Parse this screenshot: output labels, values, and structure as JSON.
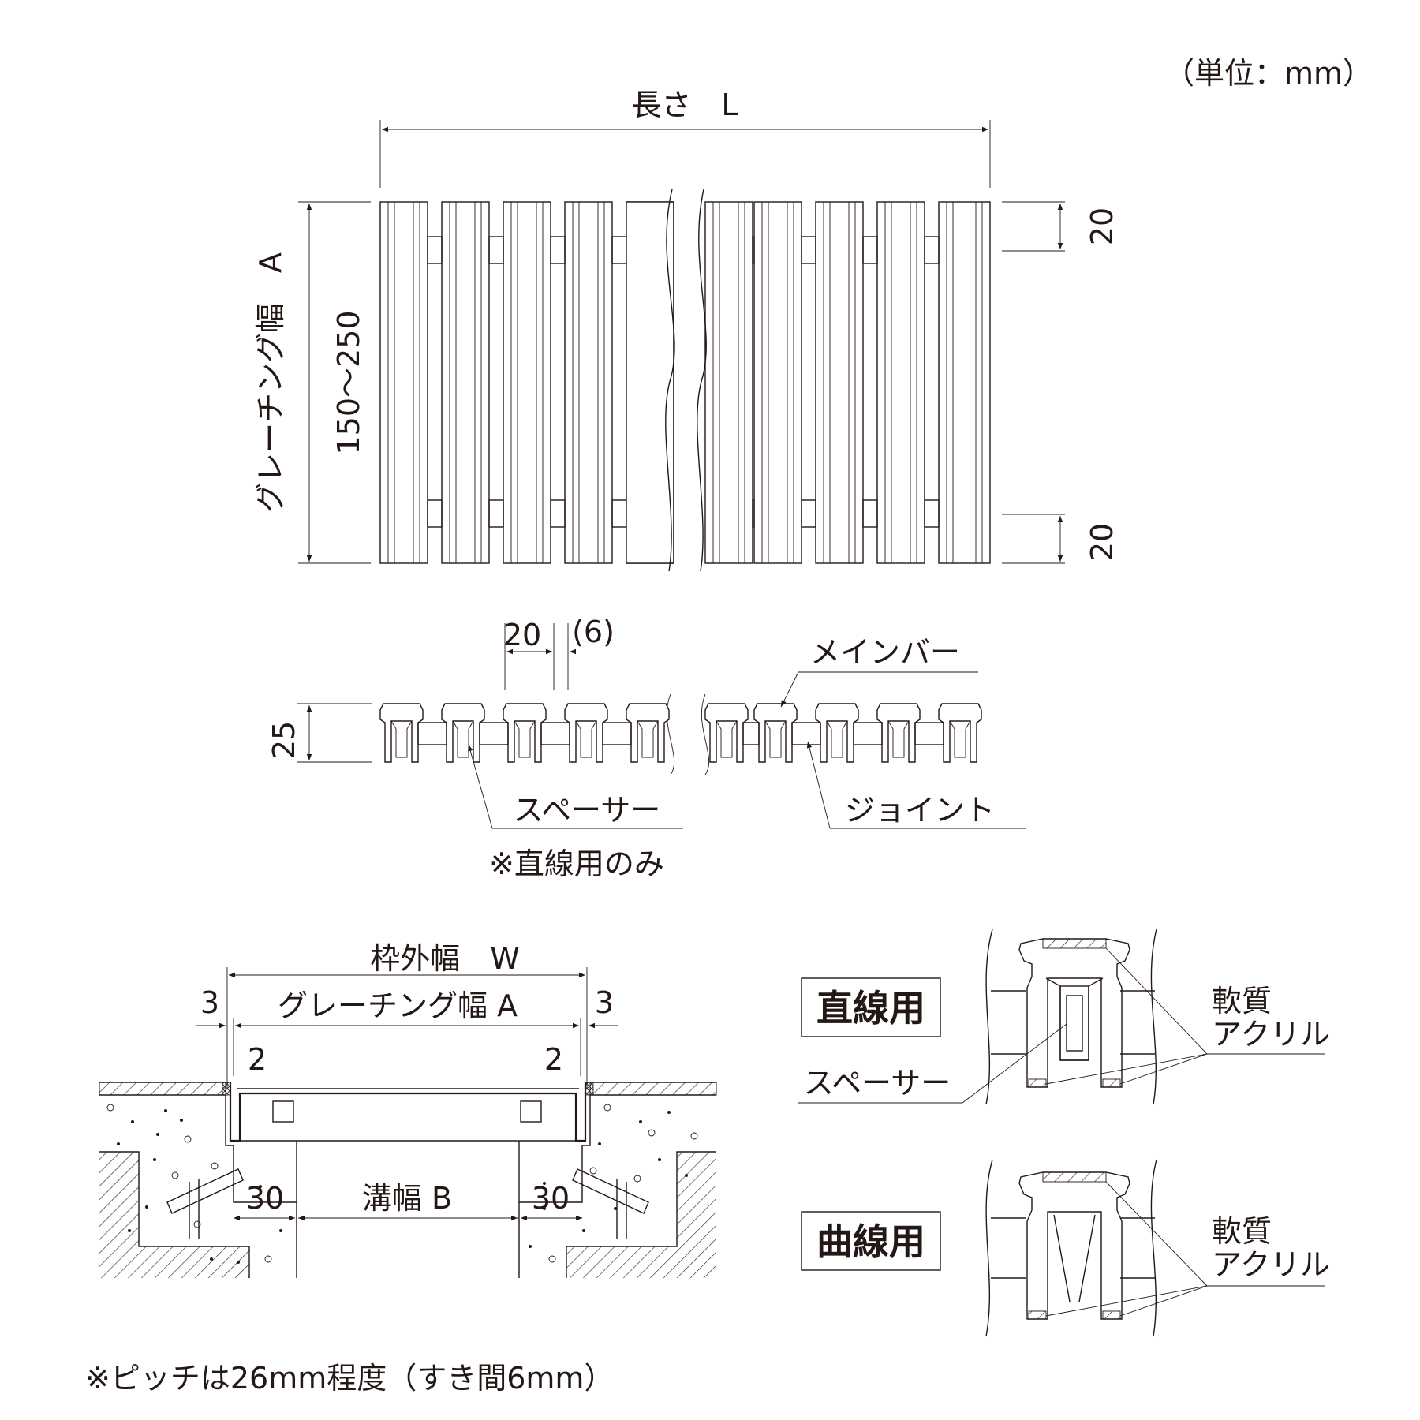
{
  "unit_note": "（単位：mm）",
  "top_view": {
    "length_label": "長さ　L",
    "width_label": "グレーチング幅　A",
    "width_range": "150～250",
    "edge_dim_top": "20",
    "edge_dim_bottom": "20"
  },
  "section_view": {
    "pitch_dim": "20",
    "gap_dim": "(6)",
    "height_dim": "25",
    "main_bar_label": "メインバー",
    "spacer_label": "スペーサー",
    "joint_label": "ジョイント",
    "note": "※直線用のみ"
  },
  "install_view": {
    "frame_width_label": "枠外幅　W",
    "grating_width_label": "グレーチング幅 A",
    "left_clearance": "3",
    "right_clearance": "3",
    "left_gap": "2",
    "right_gap": "2",
    "left_ledge": "30",
    "right_ledge": "30",
    "trench_width_label": "溝幅 B"
  },
  "straight_detail": {
    "title": "直線用",
    "material_line1": "軟質",
    "material_line2": "アクリル",
    "spacer_label": "スペーサー"
  },
  "curved_detail": {
    "title": "曲線用",
    "material_line1": "軟質",
    "material_line2": "アクリル"
  },
  "footer_note": "※ピッチは26mm程度（すき間6mm）"
}
